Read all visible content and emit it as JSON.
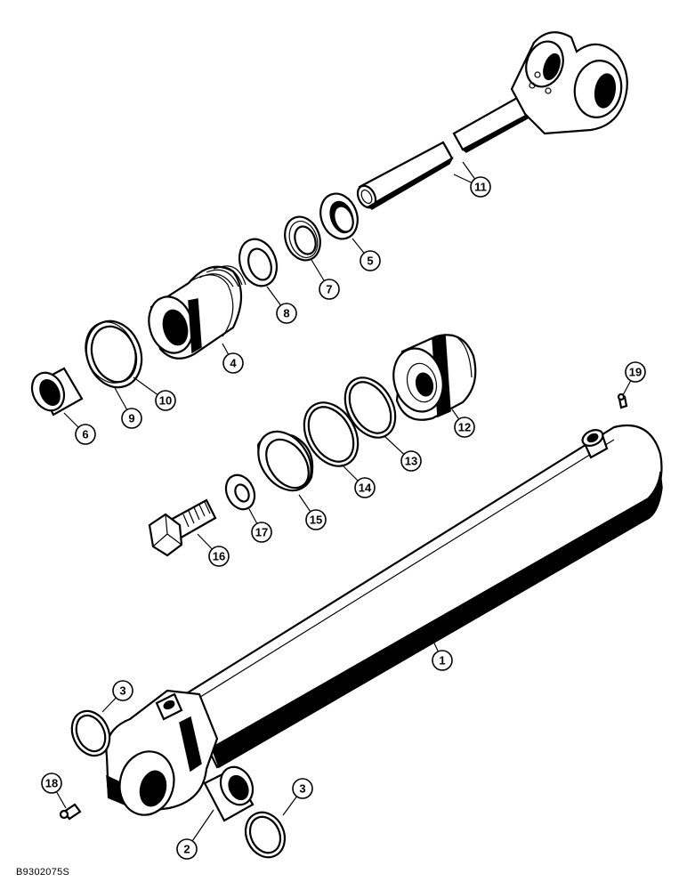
{
  "diagram": {
    "drawing_code": "B9302075S",
    "callouts": {
      "c1": "1",
      "c2": "2",
      "c3a": "3",
      "c3b": "3",
      "c4": "4",
      "c5": "5",
      "c6": "6",
      "c7": "7",
      "c8": "8",
      "c9": "9",
      "c10": "10",
      "c11": "11",
      "c12": "12",
      "c13": "13",
      "c14": "14",
      "c15": "15",
      "c16": "16",
      "c17": "17",
      "c18": "18",
      "c19": "19"
    }
  }
}
